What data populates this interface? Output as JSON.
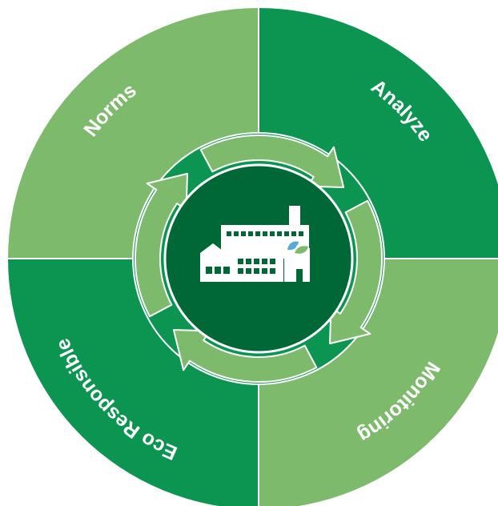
{
  "diagram": {
    "segments": [
      {
        "label": "Norms",
        "color": "#7dba6c"
      },
      {
        "label": "Analyze",
        "color": "#0b9551"
      },
      {
        "label": "Monitoring",
        "color": "#7dba6c"
      },
      {
        "label": "Eco Responsible",
        "color": "#0b9551"
      }
    ],
    "cycle_colors": {
      "ring": "#0b9551",
      "arrow": "#7dba6c",
      "outline": "#ffffff"
    },
    "center": {
      "icon": "factory-icon",
      "leaf_icon": "leaf-icon",
      "color": "#006837"
    }
  }
}
